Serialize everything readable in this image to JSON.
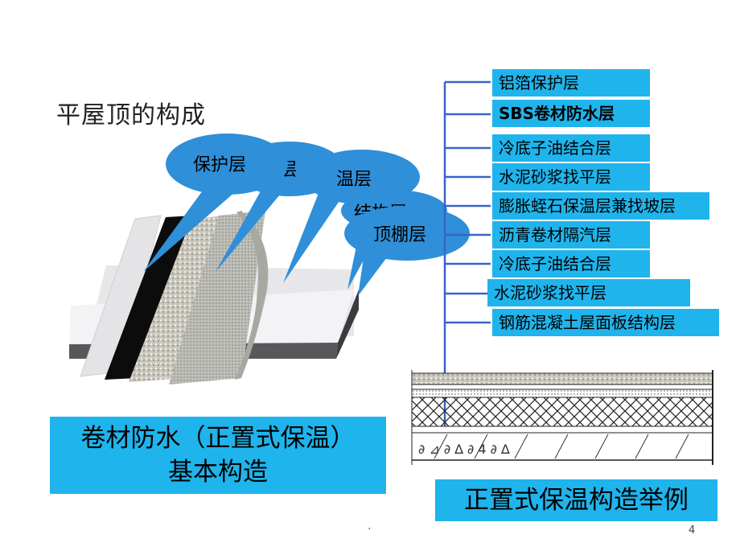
{
  "title": "平屋顶的构成",
  "bubbles": [
    {
      "label": "保护层"
    },
    {
      "label": "温层"
    },
    {
      "label": "顶棚层"
    }
  ],
  "layer_labels": [
    {
      "text": "铝箔保护层"
    },
    {
      "text": "SBS卷材防水层"
    },
    {
      "text": "冷底子油结合层"
    },
    {
      "text": "水泥砂浆找平层"
    },
    {
      "text": "膨胀蛭石保温层兼找坡层"
    },
    {
      "text": "沥青卷材隔汽层"
    },
    {
      "text": "冷底子油结合层"
    },
    {
      "text": "水泥砂浆找平层"
    },
    {
      "text": "钢筋混凝土屋面板结构层"
    }
  ],
  "caption_left_line1": "卷材防水（正置式保温）",
  "caption_left_line2": "基本构造",
  "caption_right": "正置式保温构造举例",
  "footer_dot": ".",
  "page_number": "4",
  "colors": {
    "accent": "#1fb4ec",
    "bubble": "#2f8fd8",
    "line": "#3a63c9"
  }
}
